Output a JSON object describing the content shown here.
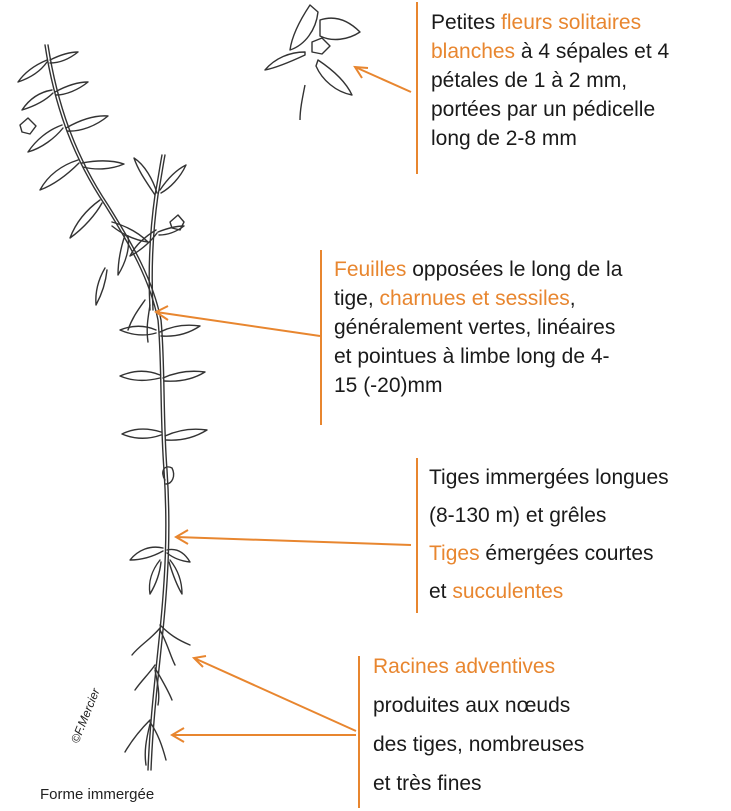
{
  "annotations": {
    "flowers": {
      "line1_pre": "Petites ",
      "line1_hl": "fleurs solitaires",
      "line2_hl": "blanches",
      "line2_rest": " à 4 sépales et 4",
      "line3": "pétales de 1 à 2 mm,",
      "line4": "portées par un pédicelle",
      "line5": "long de 2-8 mm"
    },
    "leaves": {
      "line1_hl": "Feuilles",
      "line1_rest": " opposées le long de la",
      "line2_pre": "tige, ",
      "line2_hl": "charnues et sessiles",
      "line2_post": ",",
      "line3": "généralement vertes, linéaires",
      "line4": "et pointues à limbe long de 4-",
      "line5": "15 (-20)mm"
    },
    "stems": {
      "line1": "Tiges immergées longues",
      "line2": "(8-130 m) et grêles",
      "line3_hl": "Tiges",
      "line3_rest": " émergées courtes",
      "line4_pre": "et ",
      "line4_hl": "succulentes"
    },
    "roots": {
      "line1_hl": "Racines adventives",
      "line2": "produites aux nœuds",
      "line3": "des tiges, nombreuses",
      "line4": "et très fines"
    }
  },
  "credit": "©F.Mercier",
  "caption": "Forme immergée",
  "colors": {
    "accent": "#e8862f",
    "text": "#1a1a1a",
    "drawing": "#333333"
  }
}
